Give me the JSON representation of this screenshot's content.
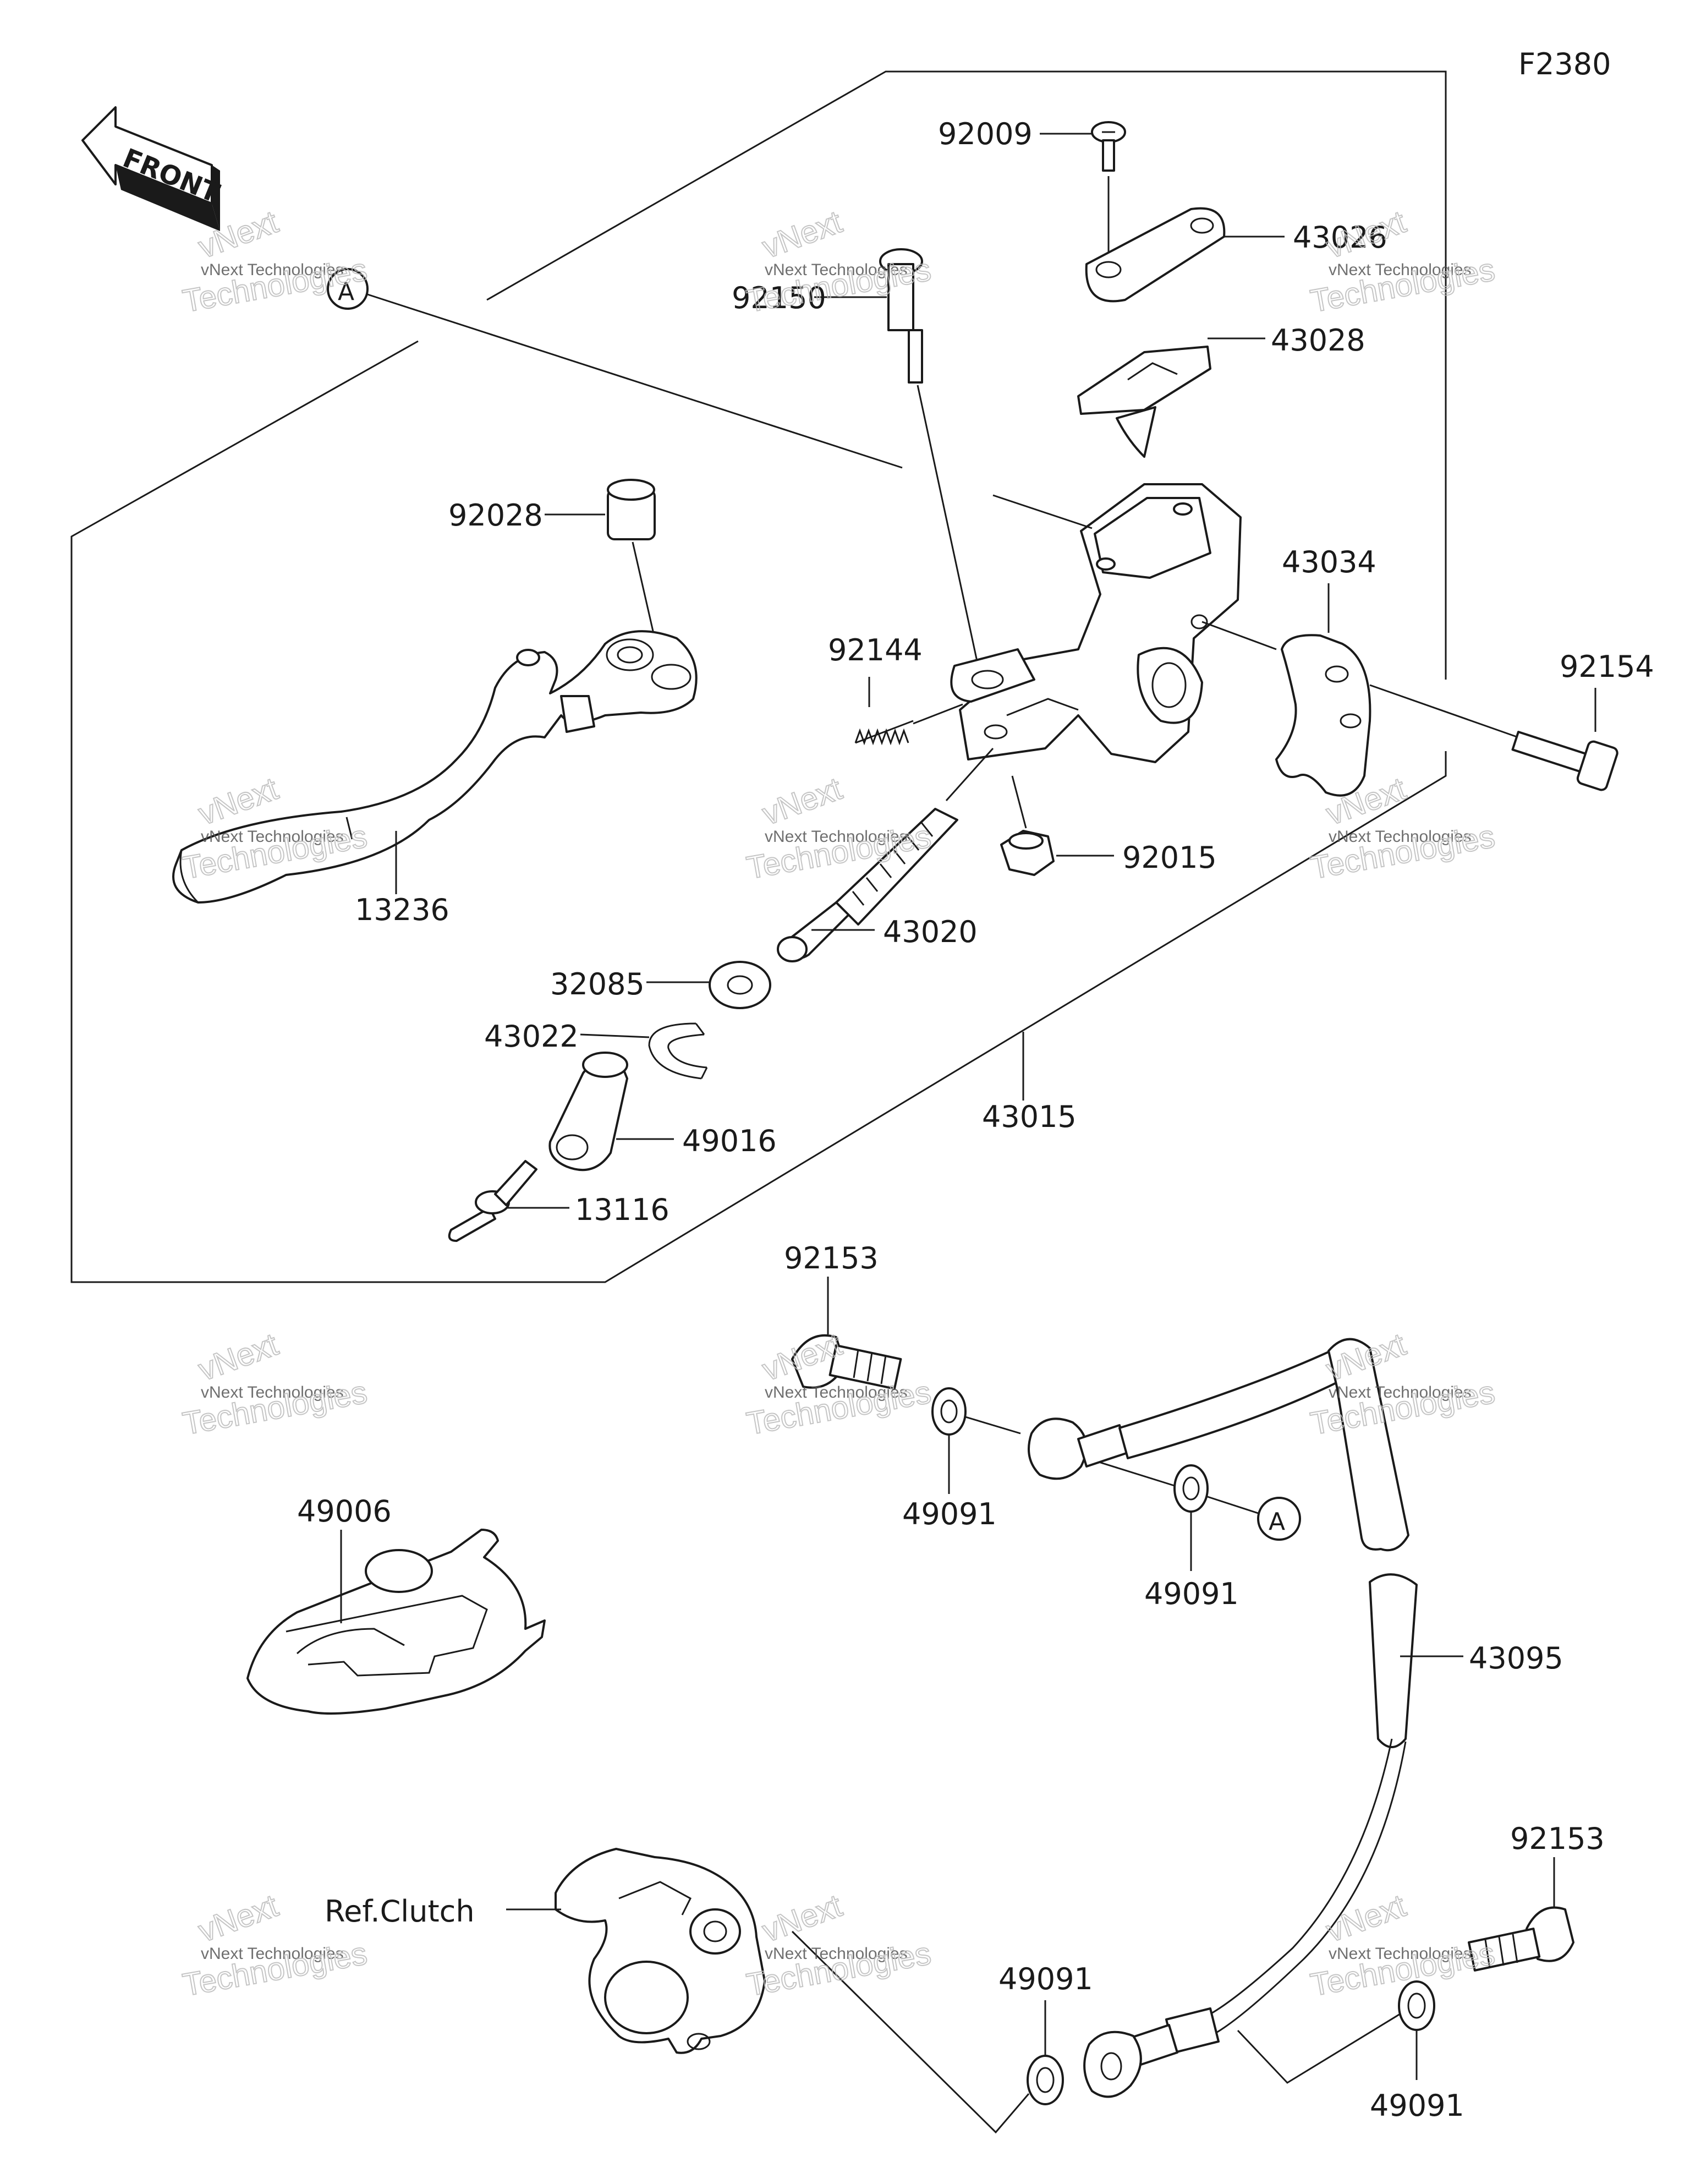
{
  "diagram_code": "F2380",
  "front_label": "FRONT",
  "ref_a": "A",
  "parts": {
    "p92009": "92009",
    "p43026": "43026",
    "p92150": "92150",
    "p43028": "43028",
    "p92028": "92028",
    "p43034": "43034",
    "p92144": "92144",
    "p92154": "92154",
    "p92015": "92015",
    "p13236": "13236",
    "p43020": "43020",
    "p32085": "32085",
    "p43022": "43022",
    "p49016": "49016",
    "p43015": "43015",
    "p13116": "13116",
    "p92153_top": "92153",
    "p49091_a": "49091",
    "p49091_b": "49091",
    "p49006": "49006",
    "p43095": "43095",
    "p92153_bottom": "92153",
    "p_ref_clutch": "Ref.Clutch",
    "p49091_c": "49091",
    "p49091_d": "49091"
  },
  "watermark": {
    "brand": "vNext",
    "line": "vNext Technologies",
    "word": "Technologies"
  }
}
